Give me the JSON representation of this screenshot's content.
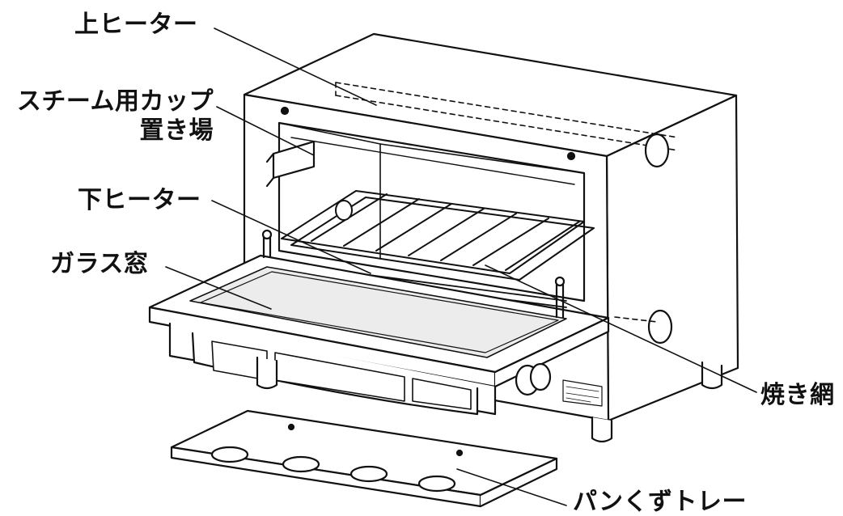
{
  "labels": {
    "upper_heater": "上ヒーター",
    "steam_cup_line1": "スチーム用カップ",
    "steam_cup_line2": "置き場",
    "lower_heater": "下ヒーター",
    "glass_window": "ガラス窓",
    "grill_rack": "焼き網",
    "crumb_tray": "パンくずトレー"
  },
  "colors": {
    "ink": "#111111",
    "panel": "#ececec",
    "fill": "#ffffff"
  }
}
